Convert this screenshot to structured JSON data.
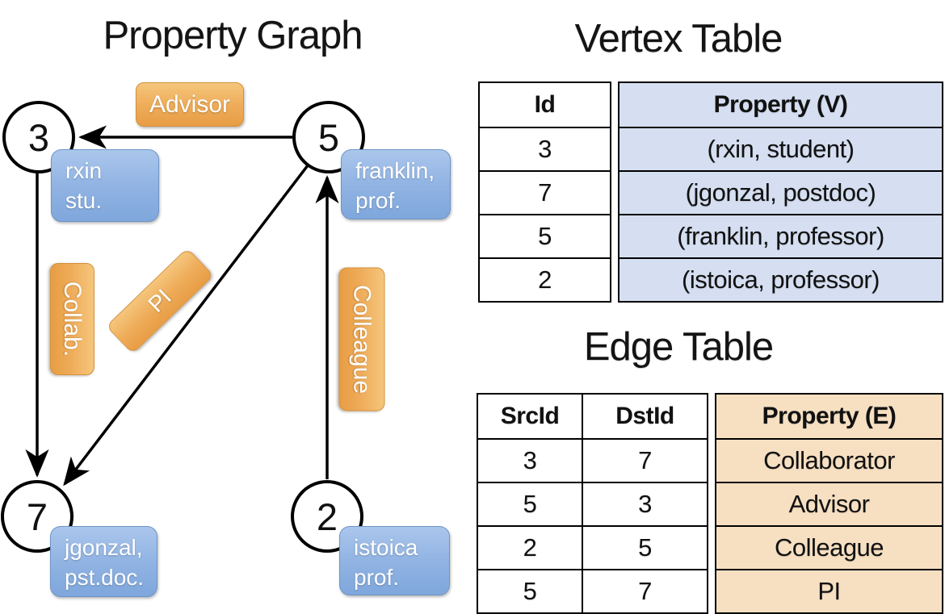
{
  "graph": {
    "title": "Property Graph",
    "nodes": [
      {
        "id": "3",
        "lines": [
          "rxin",
          "stu."
        ]
      },
      {
        "id": "5",
        "lines": [
          "franklin,",
          "prof."
        ]
      },
      {
        "id": "7",
        "lines": [
          "jgonzal,",
          "pst.doc."
        ]
      },
      {
        "id": "2",
        "lines": [
          "istoica",
          "prof."
        ]
      }
    ],
    "edges": [
      {
        "label": "Advisor",
        "from": "5",
        "to": "3"
      },
      {
        "label": "Collab.",
        "from": "3",
        "to": "7"
      },
      {
        "label": "PI",
        "from": "5",
        "to": "7"
      },
      {
        "label": "Colleague",
        "from": "2",
        "to": "5"
      }
    ]
  },
  "vertex_table": {
    "title": "Vertex Table",
    "col_id": "Id",
    "col_property": "Property (V)",
    "rows": [
      {
        "id": "3",
        "property": "(rxin, student)"
      },
      {
        "id": "7",
        "property": "(jgonzal, postdoc)"
      },
      {
        "id": "5",
        "property": "(franklin, professor)"
      },
      {
        "id": "2",
        "property": "(istoica, professor)"
      }
    ]
  },
  "edge_table": {
    "title": "Edge Table",
    "col_src": "SrcId",
    "col_dst": "DstId",
    "col_property": "Property (E)",
    "rows": [
      {
        "src": "3",
        "dst": "7",
        "property": "Collaborator"
      },
      {
        "src": "5",
        "dst": "3",
        "property": "Advisor"
      },
      {
        "src": "2",
        "dst": "5",
        "property": "Colleague"
      },
      {
        "src": "5",
        "dst": "7",
        "property": "PI"
      }
    ]
  },
  "colors": {
    "edge_label_orange": "#e89d45",
    "node_label_blue": "#7fa7dc",
    "vertex_property_bg": "#d5dff1",
    "edge_property_bg": "#f7e0c2",
    "line_color": "#000000"
  }
}
